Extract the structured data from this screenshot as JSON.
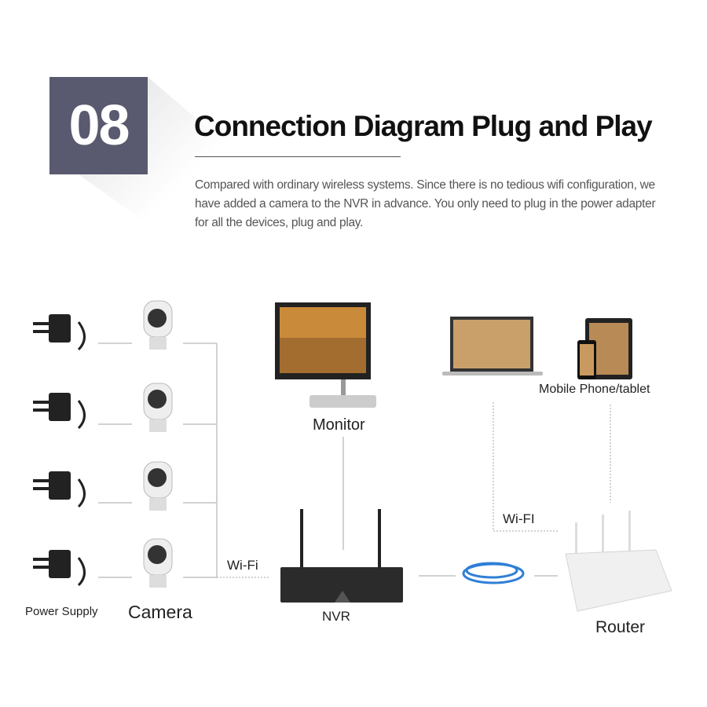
{
  "header": {
    "section_number": "08",
    "title": "Connection Diagram Plug and Play",
    "description": "Compared with ordinary wireless systems. Since there is no tedious wifi configuration, we have added a camera to the NVR in advance. You only need to plug in the power adapter for all the devices, plug and play."
  },
  "diagram": {
    "labels": {
      "power_supply": "Power Supply",
      "camera": "Camera",
      "wifi_left": "Wi-Fi",
      "monitor": "Monitor",
      "nvr": "NVR",
      "mobile": "Mobile Phone/tablet",
      "wifi_right": "Wi-FI",
      "router": "Router"
    },
    "colors": {
      "badge": "#59596f",
      "cable": "#2f7fd6",
      "line": "#bbbbbb"
    }
  }
}
